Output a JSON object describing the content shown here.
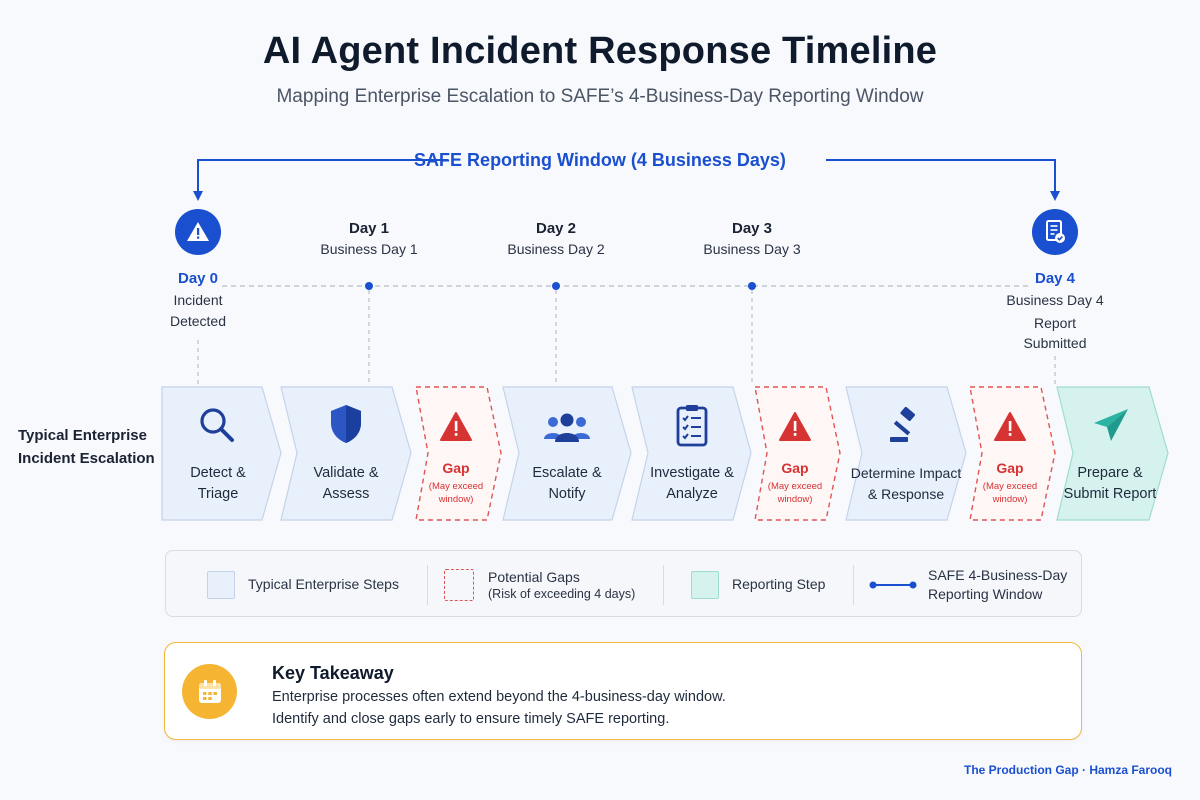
{
  "header": {
    "title": "AI Agent Incident Response Timeline",
    "subtitle": "Mapping Enterprise Escalation to SAFE’s 4-Business-Day Reporting Window"
  },
  "window": {
    "label": "SAFE Reporting Window (4 Business Days)"
  },
  "days": [
    {
      "head": "Day 0",
      "sub": [
        "Incident",
        "Detected"
      ],
      "icon": "warning-icon"
    },
    {
      "head": "Day 1",
      "sub": [
        "Business Day 1"
      ]
    },
    {
      "head": "Day 2",
      "sub": [
        "Business Day 2"
      ]
    },
    {
      "head": "Day 3",
      "sub": [
        "Business Day 3"
      ]
    },
    {
      "head": "Day 4",
      "sub": [
        "Business Day 4",
        "Report",
        "Submitted"
      ],
      "icon": "report-check-icon"
    }
  ],
  "row_label": [
    "Typical Enterprise",
    "Incident Escalation"
  ],
  "steps": [
    {
      "kind": "step",
      "lines": [
        "Detect &",
        "Triage"
      ],
      "icon": "search-icon"
    },
    {
      "kind": "step",
      "lines": [
        "Validate &",
        "Assess"
      ],
      "icon": "shield-icon"
    },
    {
      "kind": "gap",
      "title": "Gap",
      "sub": [
        "(May exceed",
        "window)"
      ],
      "icon": "warning-icon"
    },
    {
      "kind": "step",
      "lines": [
        "Escalate &",
        "Notify"
      ],
      "icon": "team-icon"
    },
    {
      "kind": "step",
      "lines": [
        "Investigate &",
        "Analyze"
      ],
      "icon": "clipboard-icon"
    },
    {
      "kind": "gap",
      "title": "Gap",
      "sub": [
        "(May exceed",
        "window)"
      ],
      "icon": "warning-icon"
    },
    {
      "kind": "step",
      "lines": [
        "Determine Impact",
        "& Response"
      ],
      "icon": "gavel-icon"
    },
    {
      "kind": "gap",
      "title": "Gap",
      "sub": [
        "(May exceed",
        "window)"
      ],
      "icon": "warning-icon"
    },
    {
      "kind": "report",
      "lines": [
        "Prepare &",
        "Submit Report"
      ],
      "icon": "send-icon"
    }
  ],
  "legend": {
    "steps": "Typical Enterprise Steps",
    "gaps": "Potential Gaps",
    "gaps_sub": "(Risk of exceeding 4 days)",
    "reporting": "Reporting Step",
    "window_line1": "SAFE 4-Business-Day",
    "window_line2": "Reporting Window"
  },
  "takeaway": {
    "title": "Key Takeaway",
    "line1": "Enterprise processes often extend beyond the 4-business-day window.",
    "line2": "Identify and close gaps early to ensure timely SAFE reporting.",
    "icon": "calendar-icon"
  },
  "footer": "The Production Gap · Hamza Farooq",
  "colors": {
    "accent": "#1a4fd0",
    "step_fill": "#e8f0fb",
    "gap": "#d63333",
    "report_fill": "#d5f2ee",
    "takeaway_border": "#f2b63a"
  }
}
